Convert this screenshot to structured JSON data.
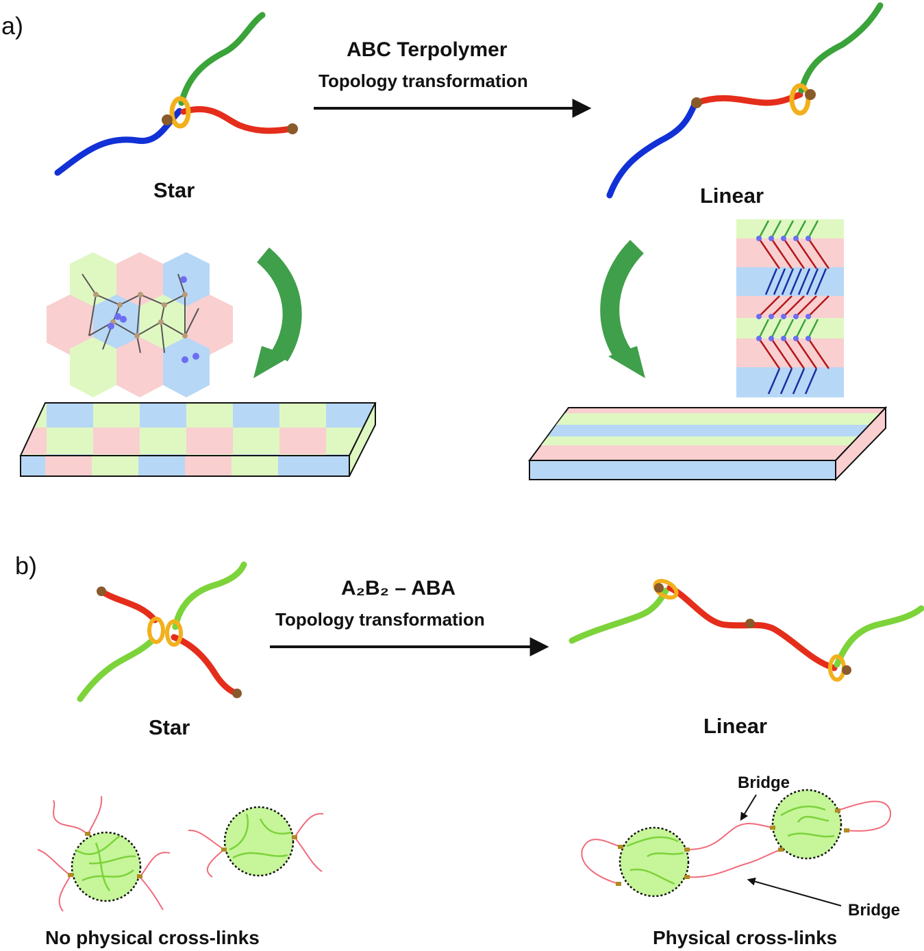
{
  "panel_a": {
    "label": "a)",
    "title": "ABC Terpolymer",
    "subtitle": "Topology transformation",
    "left_label": "Star",
    "right_label": "Linear"
  },
  "panel_b": {
    "label": "b)",
    "title": "A₂B₂ – ABA",
    "subtitle": "Topology transformation",
    "left_label": "Star",
    "right_label": "Linear",
    "bottom_left_label": "No physical cross-links",
    "bottom_right_label": "Physical cross-links",
    "bridge_top_label": "Bridge",
    "bridge_bottom_label": "Bridge"
  },
  "colors": {
    "block_a": "#3aa33a",
    "block_b": "#e52d1c",
    "block_c": "#1131d6",
    "ring": "#f2b01c",
    "end_bead": "#8a5a2b",
    "domain_green": "#dff8c2",
    "domain_red": "#f9cfd0",
    "domain_blue": "#b7d7f6",
    "curved_arrow": "#3f9f4a"
  }
}
